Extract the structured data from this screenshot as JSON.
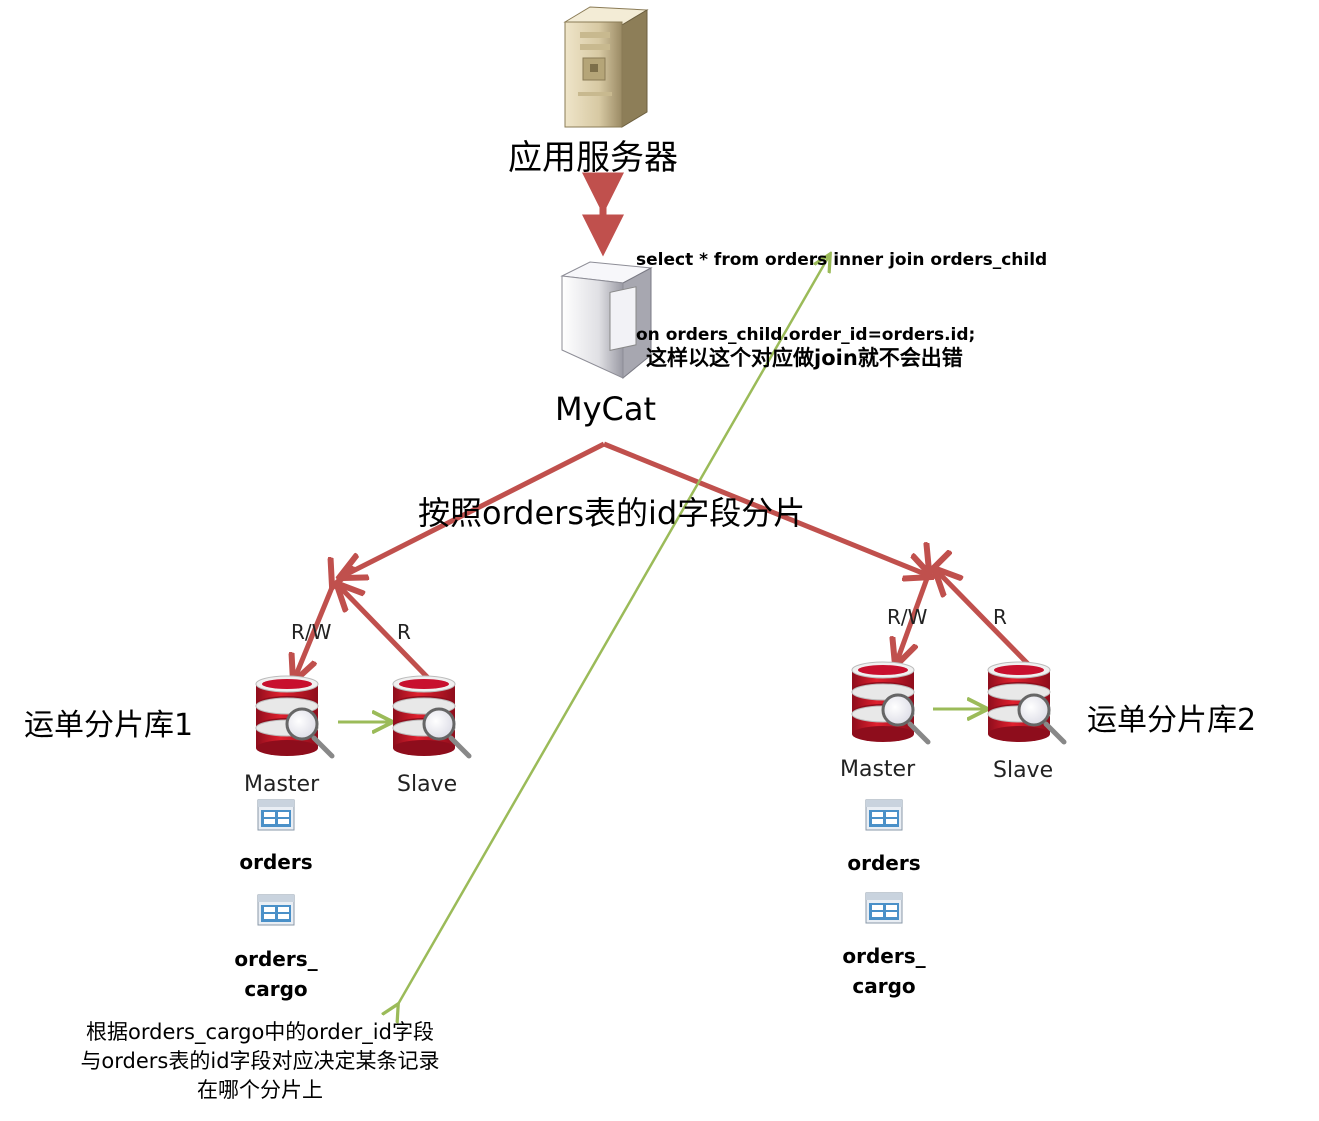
{
  "app_server": {
    "label": "应用服务器",
    "icon": "server-tower-icon"
  },
  "sql": {
    "line1": "select * from orders inner join orders_child",
    "line2": "on orders_child.order_id=orders.id;"
  },
  "mycat": {
    "label": "MyCat",
    "icon": "server-rack-icon",
    "note": "这样以这个对应做join就不会出错"
  },
  "sharding_rule": "按照orders表的id字段分片",
  "shard1": {
    "name": "运单分片库1",
    "rw_label": "R/W",
    "r_label": "R",
    "master_label": "Master",
    "slave_label": "Slave",
    "tables": [
      "orders",
      "orders_\ncargo"
    ]
  },
  "shard2": {
    "name": "运单分片库2",
    "rw_label": "R/W",
    "r_label": "R",
    "master_label": "Master",
    "slave_label": "Slave",
    "tables": [
      "orders",
      "orders_\ncargo"
    ]
  },
  "footnote": {
    "line1": "根据orders_cargo中的order_id字段",
    "line2": "与orders表的id字段对应决定某条记录",
    "line3": "在哪个分片上"
  },
  "colors": {
    "red_arrow": "#c0504d",
    "green_arrow": "#9bbb59",
    "db_red": "#c8102e",
    "table_icon": "#4a90c8"
  }
}
